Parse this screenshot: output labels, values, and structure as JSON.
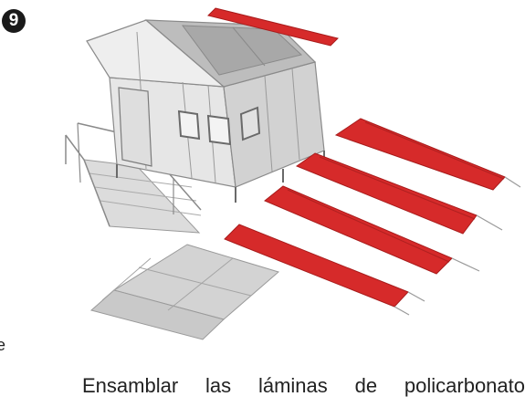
{
  "step": {
    "number": "9"
  },
  "margin_fragment": "e",
  "caption": {
    "text": "Ensamblar las láminas de policarbonato"
  },
  "colors": {
    "panel_red": "#d62a2a",
    "panel_red_dark": "#a81c1c",
    "wall_light": "#ececec",
    "wall_shade": "#c9c9c9",
    "frame": "#8a8a8a"
  }
}
